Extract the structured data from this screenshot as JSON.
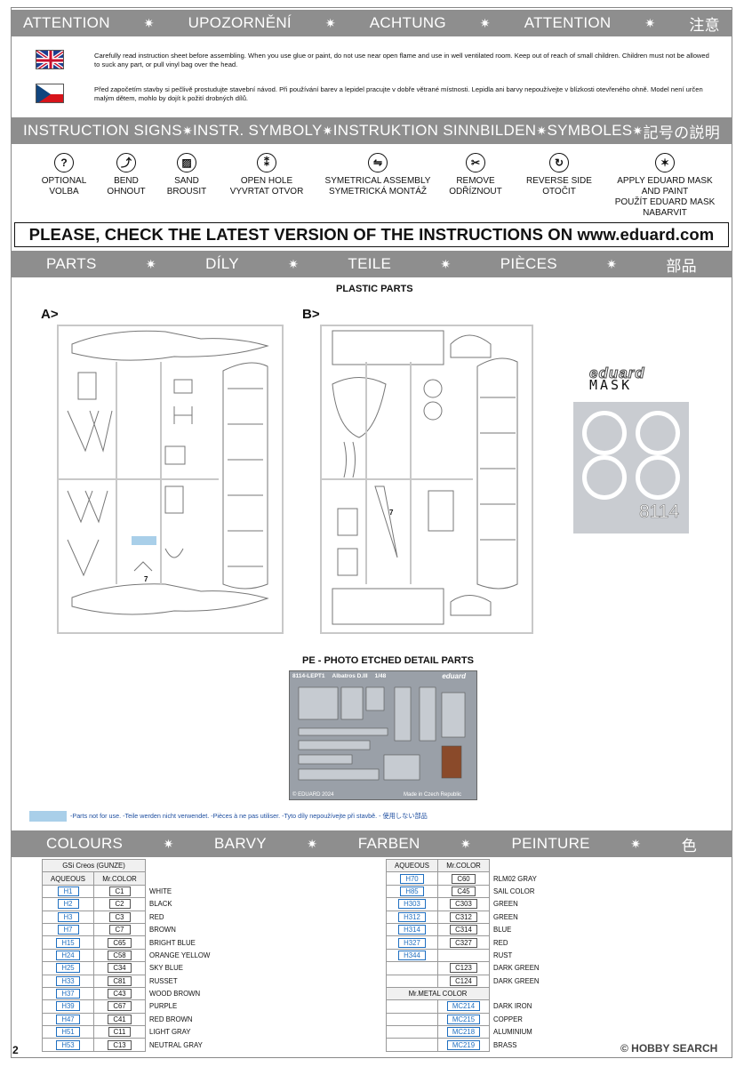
{
  "attention_band": [
    "ATTENTION",
    "UPOZORNĚNÍ",
    "ACHTUNG",
    "ATTENTION",
    "注意"
  ],
  "warnings": {
    "en": "Carefully read instruction sheet before assembling. When you use glue or paint, do not use near open flame and use in well ventilated room. Keep out of reach of small children. Children must not be allowed to suck any part, or pull vinyl bag over the head.",
    "cz": "Před započetím stavby si pečlivě prostudujte stavební návod. Při používání barev a lepidel pracujte v dobře větrané místnosti. Lepidla ani barvy nepoužívejte v blízkosti otevřeného ohně. Model není určen malým dětem, mohlo by dojít k požití drobných dílů."
  },
  "instruction_band": [
    "INSTRUCTION SIGNS",
    "INSTR. SYMBOLY",
    "INSTRUKTION SINNBILDEN",
    "SYMBOLES",
    "記号の説明"
  ],
  "signs": [
    {
      "icon": "optional-icon",
      "glyph": "?",
      "lines": [
        "OPTIONAL",
        "VOLBA"
      ]
    },
    {
      "icon": "bend-icon",
      "glyph": "⤴",
      "lines": [
        "BEND",
        "OHNOUT"
      ]
    },
    {
      "icon": "sand-icon",
      "glyph": "▨",
      "lines": [
        "SAND",
        "BROUSIT"
      ]
    },
    {
      "icon": "open-hole-icon",
      "glyph": "⁑",
      "lines": [
        "OPEN HOLE",
        "VYVRTAT OTVOR"
      ]
    },
    {
      "icon": "symmetrical-icon",
      "glyph": "⇋",
      "lines": [
        "SYMETRICAL ASSEMBLY",
        "SYMETRICKÁ MONTÁŽ"
      ]
    },
    {
      "icon": "remove-icon",
      "glyph": "✂",
      "lines": [
        "REMOVE",
        "ODŘÍZNOUT"
      ]
    },
    {
      "icon": "reverse-icon",
      "glyph": "↻",
      "lines": [
        "REVERSE SIDE",
        "OTOČIT"
      ]
    },
    {
      "icon": "mask-icon",
      "glyph": "✶",
      "lines": [
        "APPLY EDUARD MASK",
        "AND PAINT",
        "POUŽÍT EDUARD MASK",
        "NABARVIT"
      ]
    }
  ],
  "check_notice": "PLEASE, CHECK THE LATEST VERSION OF THE INSTRUCTIONS ON www.eduard.com",
  "parts_band": [
    "PARTS",
    "DÍLY",
    "TEILE",
    "PIÈCES",
    "部品"
  ],
  "plastic_title": "PLASTIC PARTS",
  "sprue_a": "A>",
  "sprue_b": "B>",
  "part_number_7": "7",
  "mask_logo": "eduard",
  "mask_word": "MASK",
  "mask_number": "8114",
  "pe_title": "PE - PHOTO ETCHED DETAIL PARTS",
  "pe_fret": {
    "code": "8114-LEPT1",
    "name": "Albatros D.III",
    "scale": "1/48",
    "brand": "eduard",
    "copyright": "© EDUARD 2024",
    "made": "Made in Czech Republic"
  },
  "not_use_note": "-Parts not for use. -Teile werden nicht verwendet. -Pièces à ne pas utiliser. -Tyto díly nepoužívejte při stavbě. -  使用しない部品",
  "colours_band": [
    "COLOURS",
    "BARVY",
    "FARBEN",
    "PEINTURE",
    "色"
  ],
  "colours_left": {
    "brand": "GSi Creos (GUNZE)",
    "col1": "AQUEOUS",
    "col2": "Mr.COLOR",
    "rows": [
      [
        "H1",
        "C1",
        "WHITE"
      ],
      [
        "H2",
        "C2",
        "BLACK"
      ],
      [
        "H3",
        "C3",
        "RED"
      ],
      [
        "H7",
        "C7",
        "BROWN"
      ],
      [
        "H15",
        "C65",
        "BRIGHT BLUE"
      ],
      [
        "H24",
        "C58",
        "ORANGE YELLOW"
      ],
      [
        "H25",
        "C34",
        "SKY BLUE"
      ],
      [
        "H33",
        "C81",
        "RUSSET"
      ],
      [
        "H37",
        "C43",
        "WOOD BROWN"
      ],
      [
        "H39",
        "C67",
        "PURPLE"
      ],
      [
        "H47",
        "C41",
        "RED BROWN"
      ],
      [
        "H51",
        "C11",
        "LIGHT GRAY"
      ],
      [
        "H53",
        "C13",
        "NEUTRAL GRAY"
      ]
    ]
  },
  "colours_right": {
    "col1": "AQUEOUS",
    "col2": "Mr.COLOR",
    "rows": [
      [
        "H70",
        "C60",
        "RLM02 GRAY"
      ],
      [
        "H85",
        "C45",
        "SAIL COLOR"
      ],
      [
        "H303",
        "C303",
        "GREEN"
      ],
      [
        "H312",
        "C312",
        "GREEN"
      ],
      [
        "H314",
        "C314",
        "BLUE"
      ],
      [
        "H327",
        "C327",
        "RED"
      ],
      [
        "H344",
        "",
        "RUST"
      ],
      [
        "",
        "C123",
        "DARK GREEN"
      ],
      [
        "",
        "C124",
        "DARK GREEN"
      ]
    ],
    "metal_header": "Mr.METAL COLOR",
    "metal_rows": [
      [
        "MC214",
        "DARK IRON"
      ],
      [
        "MC215",
        "COPPER"
      ],
      [
        "MC218",
        "ALUMINIUM"
      ],
      [
        "MC219",
        "BRASS"
      ]
    ]
  },
  "page_number": "2",
  "watermark": "© HOBBY SEARCH"
}
